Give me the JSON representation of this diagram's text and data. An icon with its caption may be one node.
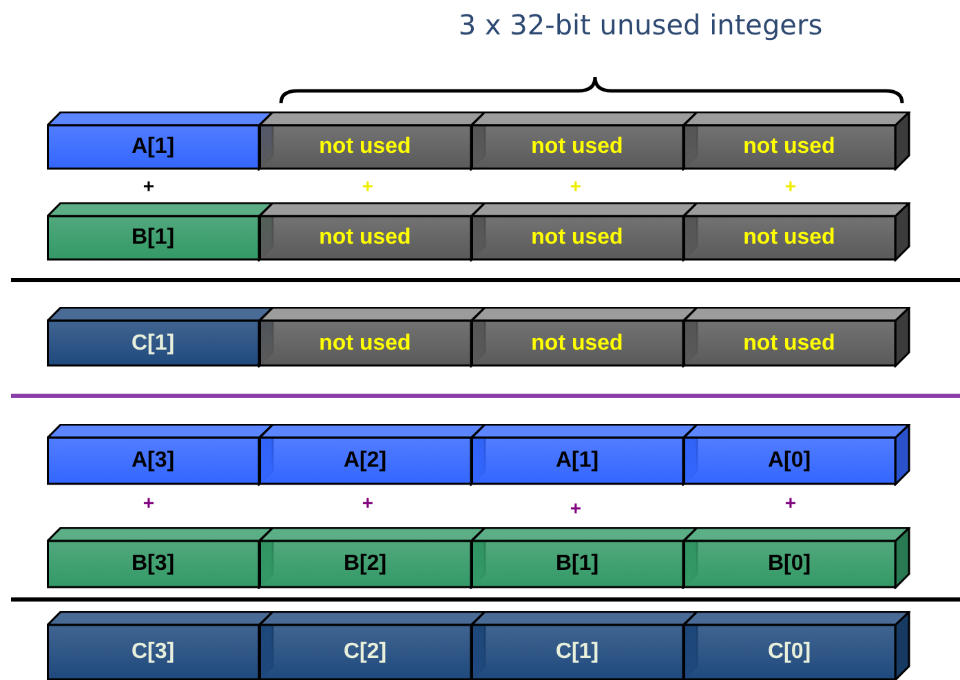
{
  "diagram": {
    "nodes": [
      {
        "text": [
          "A[1]"
        ]
      },
      {
        "text": [
          "not used"
        ]
      },
      {
        "text": [
          "not used"
        ]
      },
      {
        "text": [
          "not used"
        ]
      },
      {
        "text": [
          "B[1]"
        ]
      },
      {
        "text": [
          "not used"
        ]
      },
      {
        "text": [
          "not used"
        ]
      },
      {
        "text": [
          "not used"
        ]
      },
      {
        "text": [
          "C[1]"
        ]
      },
      {
        "text": [
          "not used"
        ]
      },
      {
        "text": [
          "not used"
        ]
      },
      {
        "text": [
          "not used"
        ]
      },
      {
        "text": [
          "A[3]"
        ]
      },
      {
        "text": [
          "A[2]"
        ]
      },
      {
        "text": [
          "A[1]"
        ]
      },
      {
        "text": [
          "A[0]"
        ]
      },
      {
        "text": [
          "B[3]"
        ]
      },
      {
        "text": [
          "B[2]"
        ]
      },
      {
        "text": [
          "B[1]"
        ]
      },
      {
        "text": [
          "B[0]"
        ]
      },
      {
        "text": [
          "C[3]"
        ]
      },
      {
        "text": [
          "C[2]"
        ]
      },
      {
        "text": [
          "C[1]"
        ]
      },
      {
        "text": [
          "C[0]"
        ]
      }
    ],
    "labels": [
      "3 x 32-bit unused integers",
      "+",
      "+",
      "+",
      "+",
      "+",
      "+",
      "+",
      "+"
    ]
  }
}
